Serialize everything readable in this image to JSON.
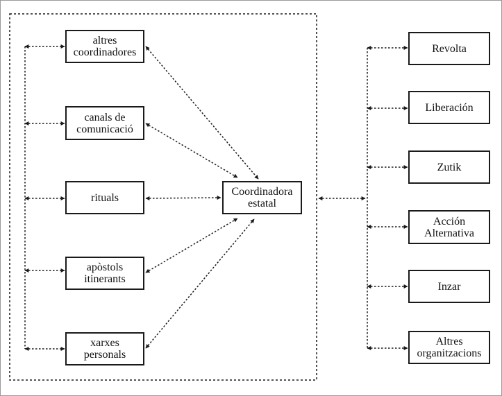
{
  "diagram": {
    "left_nodes": [
      {
        "id": "altres-coordinadores",
        "label": "altres\ncoordinadores"
      },
      {
        "id": "canals-comunicacio",
        "label": "canals de\ncomunicació"
      },
      {
        "id": "rituals",
        "label": "rituals"
      },
      {
        "id": "apostols-itinerants",
        "label": "apòstols\nitinerants"
      },
      {
        "id": "xarxes-personals",
        "label": "xarxes\npersonals"
      }
    ],
    "center_node": {
      "id": "coordinadora-estatal",
      "label": "Coordinadora\nestatal"
    },
    "right_nodes": [
      {
        "id": "revolta",
        "label": "Revolta"
      },
      {
        "id": "liberacion",
        "label": "Liberación"
      },
      {
        "id": "zutik",
        "label": "Zutik"
      },
      {
        "id": "accion-alternativa",
        "label": "Acción\nAlternativa"
      },
      {
        "id": "inzar",
        "label": "Inzar"
      },
      {
        "id": "altres-organitzacions",
        "label": "Altres\norganitzacions"
      }
    ],
    "connections": [
      {
        "from": "altres-coordinadores",
        "to": "coordinadora-estatal",
        "style": "dotted-arrow"
      },
      {
        "from": "canals-comunicacio",
        "to": "coordinadora-estatal",
        "style": "dotted-arrow"
      },
      {
        "from": "rituals",
        "to": "coordinadora-estatal",
        "style": "dotted-double-arrow"
      },
      {
        "from": "apostols-itinerants",
        "to": "coordinadora-estatal",
        "style": "dotted-double-arrow"
      },
      {
        "from": "xarxes-personals",
        "to": "coordinadora-estatal",
        "style": "dotted-double-arrow"
      },
      {
        "from": "coordinadora-estatal",
        "to": "right-group",
        "style": "dotted-double-arrow"
      }
    ],
    "colors": {
      "stroke": "#1a1a1a",
      "background": "#ffffff"
    }
  }
}
